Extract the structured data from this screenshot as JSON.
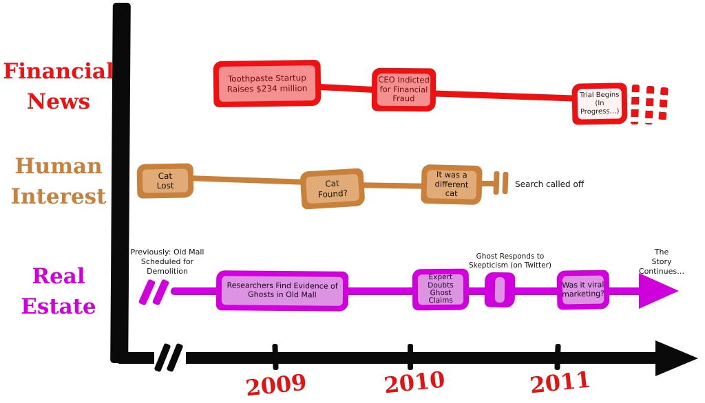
{
  "colors": {
    "red": "#ee1111",
    "red-inner": "#f59090",
    "red-dark-text": "#6d0d0d",
    "orange": "#c9803b",
    "orange-inner": "#e0ab77",
    "magenta": "#cf00dc",
    "magenta-inner": "#dc93e2",
    "year-red": "#e11414"
  },
  "rows": {
    "financial": {
      "label": "Financial\nNews",
      "event1": "Toothpaste Startup\nRaises $234 million",
      "event2": "CEO Indicted\nfor Financial\nFraud",
      "event3": "Trial Begins\n(In Progress…)"
    },
    "human": {
      "label": "Human\nInterest",
      "event1": "Cat\nLost",
      "event2": "Cat\nFound?",
      "event3": "It was a\ndifferent\ncat",
      "end_note": "Search called off"
    },
    "real": {
      "label": "Real\nEstate",
      "pre_note": "Previously: Old Mall\nScheduled for\nDemolition",
      "event1": "Researchers Find Evidence of\nGhosts in Old Mall",
      "event2": "Expert\nDoubts\nGhost\nClaims",
      "twitter_note": "Ghost Responds to\nSkepticism (on Twitter)",
      "event3": "Was it viral\nmarketing?",
      "continue_note": "The\nStory\nContinues…"
    }
  },
  "axis": {
    "year1": "2009",
    "year2": "2010",
    "year3": "2011"
  }
}
